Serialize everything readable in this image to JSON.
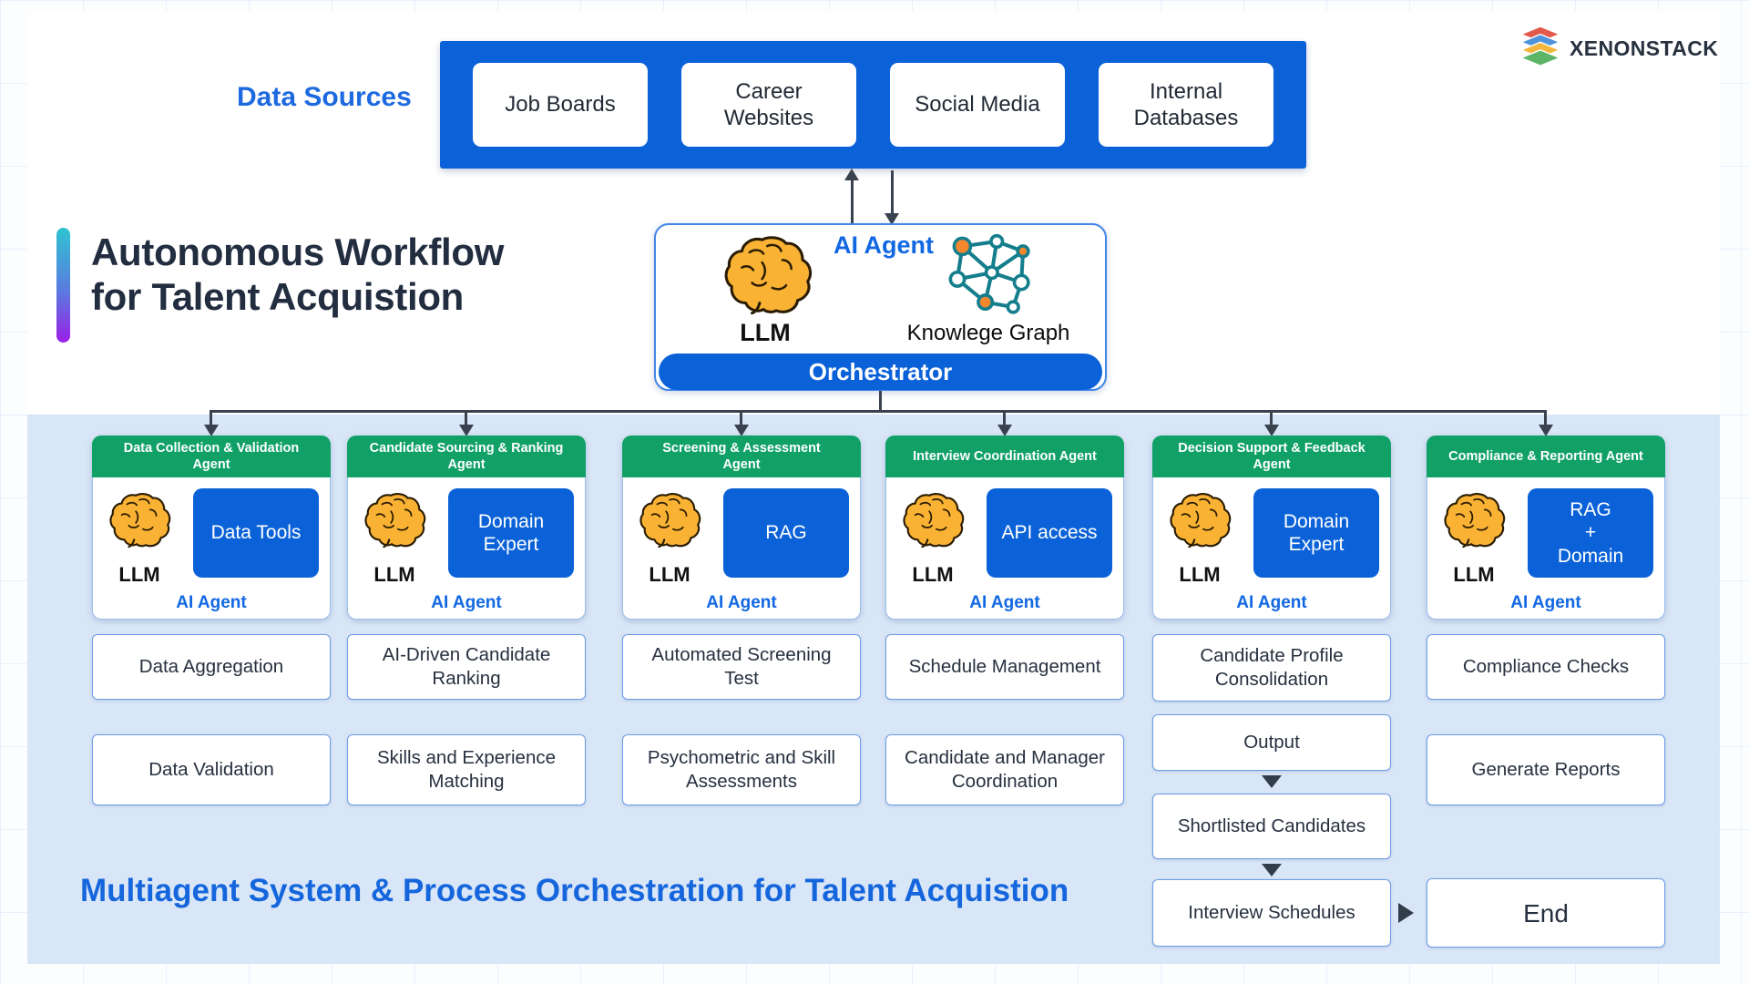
{
  "brand": {
    "name": "XENONSTACK"
  },
  "header": {
    "data_sources_label": "Data Sources",
    "sources": [
      "Job Boards",
      "Career Websites",
      "Social Media",
      "Internal Databases"
    ]
  },
  "title": "Autonomous Workflow\nfor Talent Acquistion",
  "orchestrator": {
    "ai_agent_label": "AI Agent",
    "llm_label": "LLM",
    "knowledge_graph_label": "Knowlege Graph",
    "orchestrator_label": "Orchestrator"
  },
  "agents": [
    {
      "header": "Data Collection & Validation\nAgent",
      "llm": "LLM",
      "capability": "Data Tools",
      "ai_agent_label": "AI Agent",
      "tasks": [
        "Data Aggregation",
        "Data Validation"
      ]
    },
    {
      "header": "Candidate Sourcing & Ranking\nAgent",
      "llm": "LLM",
      "capability": "Domain\nExpert",
      "ai_agent_label": "AI Agent",
      "tasks": [
        "AI-Driven Candidate Ranking",
        "Skills and Experience Matching"
      ]
    },
    {
      "header": "Screening & Assessment\nAgent",
      "llm": "LLM",
      "capability": "RAG",
      "ai_agent_label": "AI Agent",
      "tasks": [
        "Automated Screening Test",
        "Psychometric and Skill Assessments"
      ]
    },
    {
      "header": "Interview Coordination Agent",
      "llm": "LLM",
      "capability": "API access",
      "ai_agent_label": "AI Agent",
      "tasks": [
        "Schedule Management",
        "Candidate and Manager Coordination"
      ]
    },
    {
      "header": "Decision Support & Feedback\nAgent",
      "llm": "LLM",
      "capability": "Domain\nExpert",
      "ai_agent_label": "AI Agent",
      "tasks": [
        "Candidate Profile Consolidation",
        "Output"
      ]
    },
    {
      "header": "Compliance & Reporting Agent",
      "llm": "LLM",
      "capability": "RAG\n+\nDomain",
      "ai_agent_label": "AI Agent",
      "tasks": [
        "Compliance Checks",
        "Generate Reports"
      ]
    }
  ],
  "flow": {
    "shortlisted": "Shortlisted Candidates",
    "interview_schedules": "Interview Schedules",
    "end": "End"
  },
  "footer_title": "Multiagent System & Process Orchestration for Talent Acquistion",
  "colors": {
    "primary_blue": "#0b62d8",
    "agent_green": "#11a167",
    "accent_text_blue": "#1268e3",
    "panel_blue": "#d9e6f7",
    "dark_text": "#222d40"
  }
}
